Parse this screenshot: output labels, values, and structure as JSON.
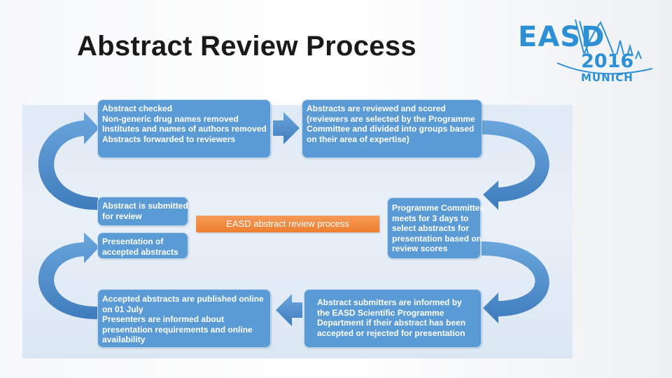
{
  "slide": {
    "title": "Abstract Review Process",
    "logo": {
      "wordmark": "EASD",
      "year": "2016",
      "city": "MUNICH"
    }
  },
  "diagram": {
    "banner": "EASD abstract review process",
    "steps": {
      "checked": [
        "Abstract checked",
        "Non-generic drug names removed",
        "Institutes and names of authors removed",
        "Abstracts forwarded to reviewers"
      ],
      "reviewed": [
        "Abstracts are reviewed and scored",
        "(reviewers are selected by the Programme",
        "Committee and divided into groups based",
        "on their area of expertise)"
      ],
      "submitted": [
        "Abstract is submitted",
        "for review"
      ],
      "presentation": [
        "Presentation of",
        "accepted abstracts"
      ],
      "committee": [
        "Programme Committee",
        "meets for 3 days to",
        "select abstracts for",
        "presentation based on",
        "review scores"
      ],
      "published": [
        "Accepted abstracts are published online",
        "on 01 July",
        "Presenters are informed about",
        "presentation requirements and online",
        "availability"
      ],
      "informed": [
        "Abstract submitters are informed by",
        "the EASD Scientific Programme",
        "Department if their abstract has been",
        "accepted or rejected for presentation"
      ]
    },
    "colors": {
      "box": "#5b9bd5",
      "arrow": "#4a86c5",
      "banner": "#ee7f2f"
    }
  }
}
